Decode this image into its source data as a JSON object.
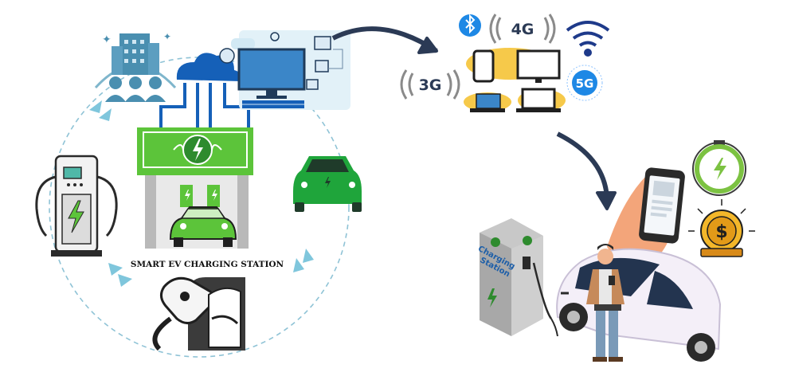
{
  "station": {
    "caption": "SMART EV CHARGING STATION"
  },
  "network": {
    "badge_3g": "3G",
    "badge_4g": "4G",
    "badge_5g": "5G"
  },
  "kiosk": {
    "label_line1": "Charging",
    "label_line2": "Station"
  },
  "colors": {
    "green": "#5cc43a",
    "dark_green": "#2e8b2e",
    "blue": "#1565c0",
    "teal": "#4aa3c7",
    "navy": "#2b3a55",
    "gold": "#e2a41c"
  },
  "icons": [
    "building-users-icon",
    "cloud-icon",
    "computer-icon",
    "charger-icon",
    "ev-car-icon",
    "plug-icon",
    "bluetooth-icon",
    "wifi-icon",
    "phone-icon",
    "stopwatch-icon",
    "coin-icon"
  ]
}
